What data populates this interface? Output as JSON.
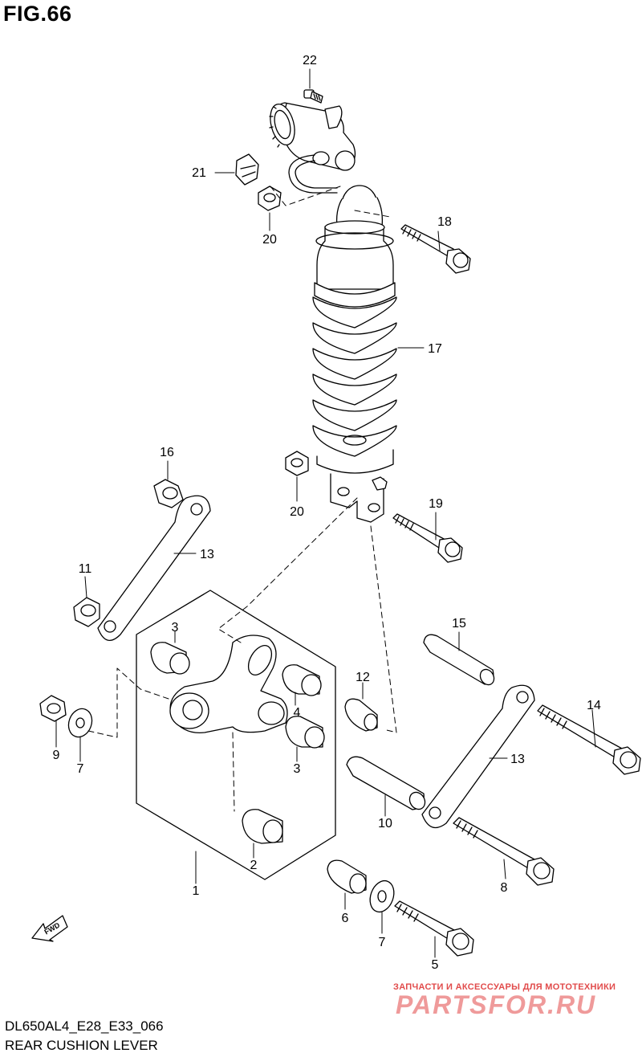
{
  "figure": {
    "title": "FIG.66",
    "model_code": "DL650AL4_E28_E33_066",
    "part_title": "REAR CUSHION LEVER"
  },
  "callouts": [
    "1",
    "2",
    "3",
    "3",
    "4",
    "5",
    "6",
    "7",
    "7",
    "8",
    "9",
    "10",
    "11",
    "12",
    "13",
    "13",
    "14",
    "15",
    "16",
    "17",
    "18",
    "19",
    "20",
    "20",
    "21",
    "22"
  ],
  "fwd_arrow": {
    "label": "FWD",
    "icon": "fwd-arrow-icon"
  },
  "watermark": {
    "tagline": "ЗАПЧАСТИ И АКСЕССУАРЫ ДЛЯ МОТОТЕХНИКИ",
    "brand": "PARTSFOR.RU",
    "color": "#e14b4b"
  }
}
